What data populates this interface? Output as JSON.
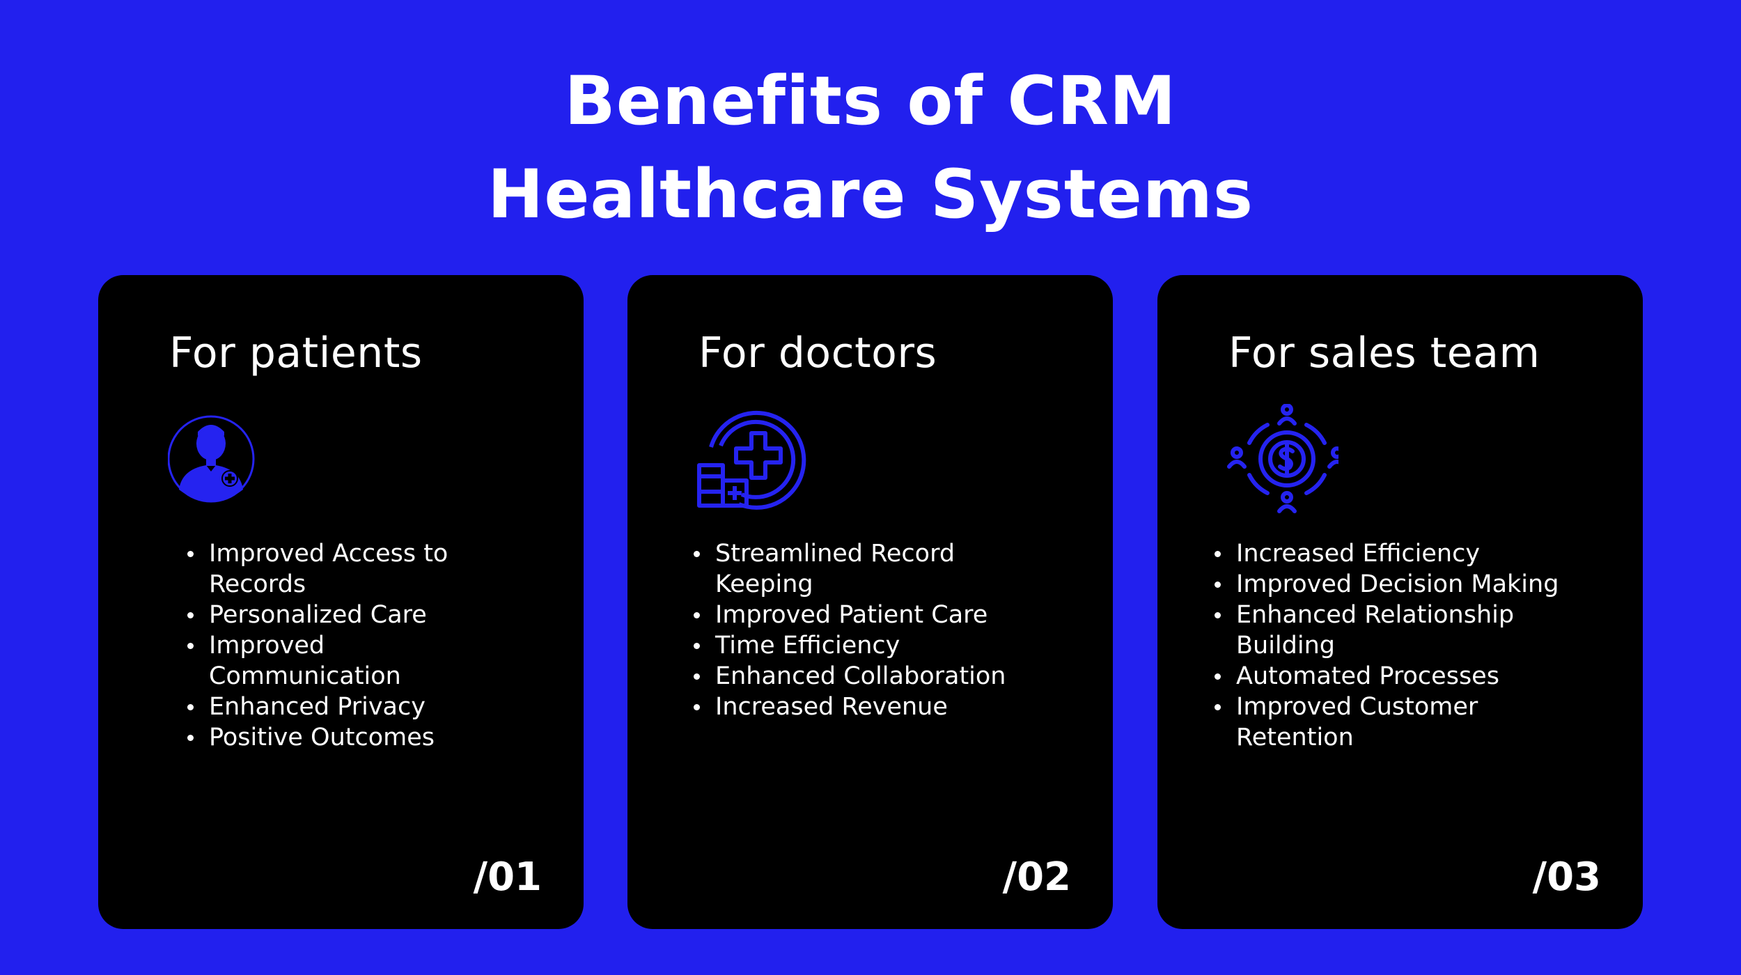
{
  "title": {
    "line1": "Benefits of CRM",
    "line2": "Healthcare Systems"
  },
  "accent_color": "#2220EE",
  "cards": [
    {
      "heading": "For patients",
      "icon": "patient-icon",
      "bullets": [
        "Improved Access to Records",
        "Personalized Care",
        "Improved Communication",
        "Enhanced Privacy",
        "Positive Outcomes"
      ],
      "number": "/01"
    },
    {
      "heading": "For doctors",
      "icon": "medical-records-icon",
      "bullets": [
        "Streamlined Record Keeping",
        "Improved Patient Care",
        "Time Efficiency",
        "Enhanced Collaboration",
        "Increased Revenue"
      ],
      "number": "/02"
    },
    {
      "heading": "For sales team",
      "icon": "sales-team-money-icon",
      "bullets": [
        "Increased Efficiency",
        "Improved Decision Making",
        "Enhanced Relationship Building",
        "Automated Processes",
        "Improved Customer Retention"
      ],
      "number": "/03"
    }
  ]
}
